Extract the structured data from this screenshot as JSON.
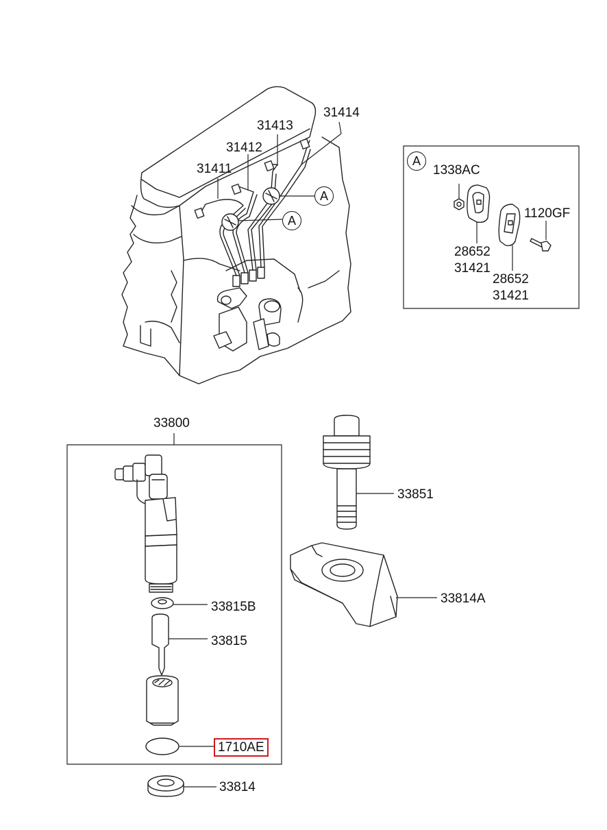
{
  "labels": {
    "p31414": "31414",
    "p31413": "31413",
    "p31412": "31412",
    "p31411": "31411",
    "p1338AC": "1338AC",
    "p1120GF": "1120GF",
    "p28652_a": "28652",
    "p31421_a": "31421",
    "p28652_b": "28652",
    "p31421_b": "31421",
    "p33800": "33800",
    "p33851": "33851",
    "p33814A": "33814A",
    "p33815B": "33815B",
    "p33815": "33815",
    "p1710AE": "1710AE",
    "p33814": "33814"
  },
  "callouts": {
    "ref_a_detail": "A",
    "ref_a_upper": "A",
    "ref_a_lower": "A"
  },
  "highlight": {
    "part": "1710AE",
    "color": "#d0181c"
  }
}
